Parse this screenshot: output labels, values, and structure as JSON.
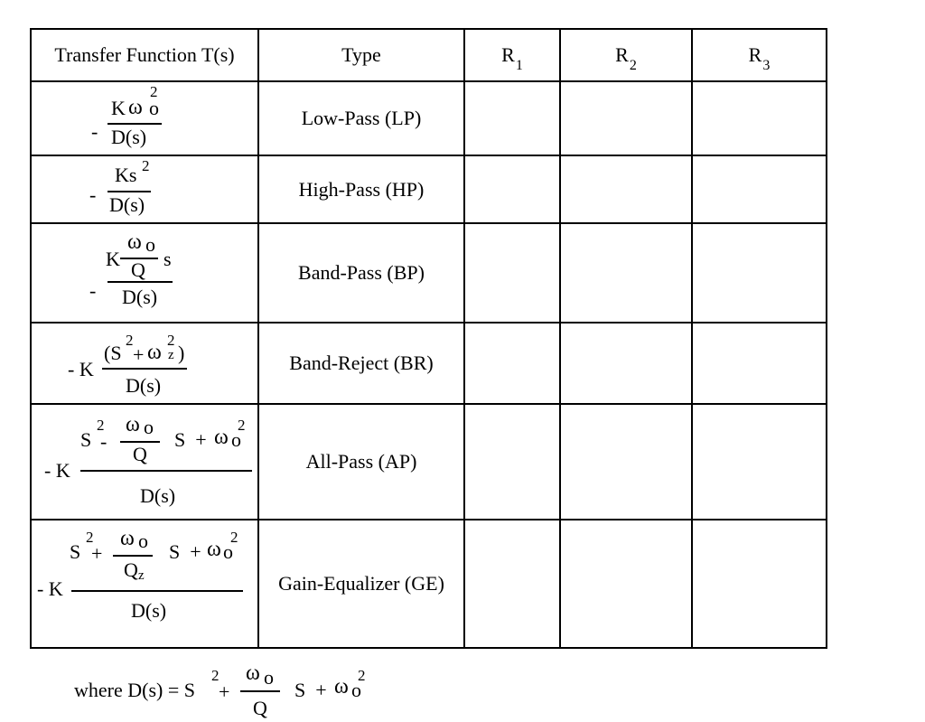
{
  "table": {
    "headers": {
      "transfer_function": "Transfer Function  T(s)",
      "type": "Type",
      "r1": {
        "letter": "R",
        "sub": "1"
      },
      "r2": {
        "letter": "R",
        "sub": "2"
      },
      "r3": {
        "letter": "R",
        "sub": "3"
      }
    },
    "rows": [
      {
        "type": "Low-Pass (LP)",
        "expr": {
          "sign": "-",
          "num_k": "K",
          "omega": "ω",
          "o_sub": "o",
          "sq": "2",
          "den": "D(s)"
        },
        "r1": "",
        "r2": "",
        "r3": ""
      },
      {
        "type": "High-Pass (HP)",
        "expr": {
          "sign": "-",
          "num": "Ks",
          "sq": "2",
          "den": "D(s)"
        },
        "r1": "",
        "r2": "",
        "r3": ""
      },
      {
        "type": "Band-Pass (BP)",
        "expr": {
          "sign": "-",
          "k": "K",
          "omega": "ω",
          "o_sub": "o",
          "q": "Q",
          "s": "s",
          "den": "D(s)"
        },
        "r1": "",
        "r2": "",
        "r3": ""
      },
      {
        "type": "Band-Reject (BR)",
        "expr": {
          "prefix": "- K",
          "open": "(S",
          "sq1": "2",
          "plus": "+",
          "omega": "ω",
          "sq2": "2",
          "z_sub": "z",
          "close": ")",
          "den": "D(s)"
        },
        "r1": "",
        "r2": "",
        "r3": ""
      },
      {
        "type": "All-Pass (AP)",
        "expr": {
          "prefix": "- K",
          "s": "S",
          "sq": "2",
          "minus": "-",
          "omega": "ω",
          "o_sub": "o",
          "q": "Q",
          "s_plus": "S  +",
          "omega2": "ω",
          "o_sub2": "o",
          "sq2": "2",
          "den": "D(s)"
        },
        "r1": "",
        "r2": "",
        "r3": ""
      },
      {
        "type": "Gain-Equalizer (GE)",
        "expr": {
          "prefix": "- K",
          "s": "S",
          "sq": "2",
          "plus": "+",
          "omega": "ω",
          "o_sub": "o",
          "q": "Q",
          "z_sub": "z",
          "s_plus": "S  +",
          "omega2": "ω",
          "o_sub2": "o",
          "sq2": "2",
          "den": "D(s)"
        },
        "r1": "",
        "r2": "",
        "r3": ""
      }
    ]
  },
  "footer": {
    "prefix": "where D(s) = S",
    "sq": "2",
    "plus": "+",
    "omega": "ω",
    "o_sub": "o",
    "q": "Q",
    "s_plus": "S  +",
    "omega2": "ω",
    "o_sub2": "o",
    "sq2": "2"
  }
}
